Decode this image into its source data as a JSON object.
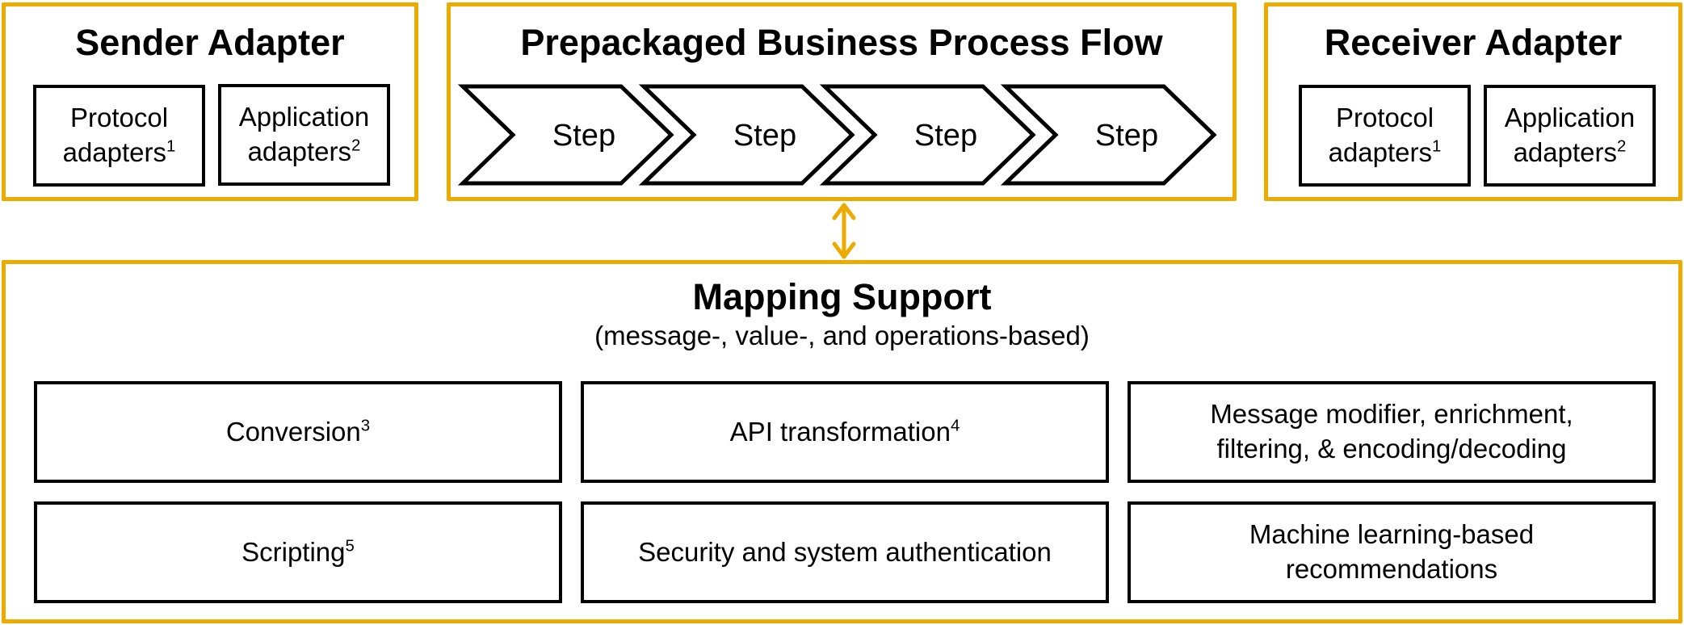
{
  "colors": {
    "accent": "#EDAB00",
    "box_border": "#000000",
    "background": "#FFFFFF"
  },
  "sender": {
    "title": "Sender Adapter",
    "boxes": [
      {
        "line1": "Protocol",
        "line2": "adapters",
        "note": "1"
      },
      {
        "line1": "Application",
        "line2": "adapters",
        "note": "2"
      }
    ]
  },
  "flow": {
    "title": "Prepackaged Business Process Flow",
    "steps": [
      "Step",
      "Step",
      "Step",
      "Step"
    ]
  },
  "receiver": {
    "title": "Receiver Adapter",
    "boxes": [
      {
        "line1": "Protocol",
        "line2": "adapters",
        "note": "1"
      },
      {
        "line1": "Application",
        "line2": "adapters",
        "note": "2"
      }
    ]
  },
  "connector": {
    "icon": "double-headed-arrow-icon"
  },
  "mapping": {
    "title": "Mapping Support",
    "subtitle": "(message-, value-, and operations-based)",
    "items": [
      {
        "line1": "Conversion",
        "line2": "",
        "note": "3"
      },
      {
        "line1": "API transformation",
        "line2": "",
        "note": "4"
      },
      {
        "line1": "Message modifier, enrichment,",
        "line2": "filtering, & encoding/decoding",
        "note": ""
      },
      {
        "line1": "Scripting",
        "line2": "",
        "note": "5"
      },
      {
        "line1": "Security and system authentication",
        "line2": "",
        "note": ""
      },
      {
        "line1": "Machine learning-based",
        "line2": "recommendations",
        "note": ""
      }
    ]
  }
}
